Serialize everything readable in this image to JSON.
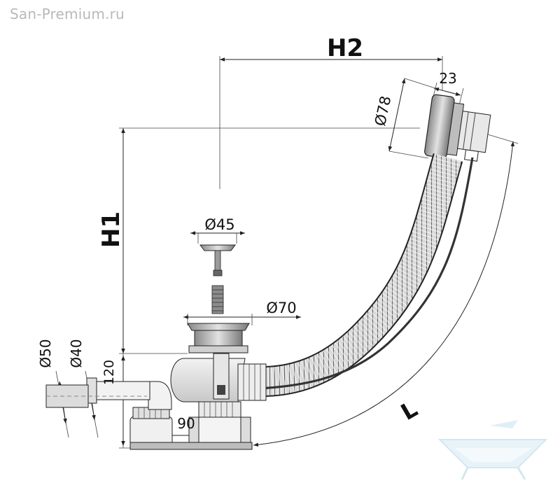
{
  "watermark": "San-Premium.ru",
  "labels": {
    "h2": "H2",
    "h1": "H1",
    "l": "L",
    "d78": "Ø78",
    "w23": "23",
    "d45": "Ø45",
    "d70": "Ø70",
    "d50": "Ø50",
    "d40": "Ø40",
    "h120": "120",
    "w90": "90"
  }
}
